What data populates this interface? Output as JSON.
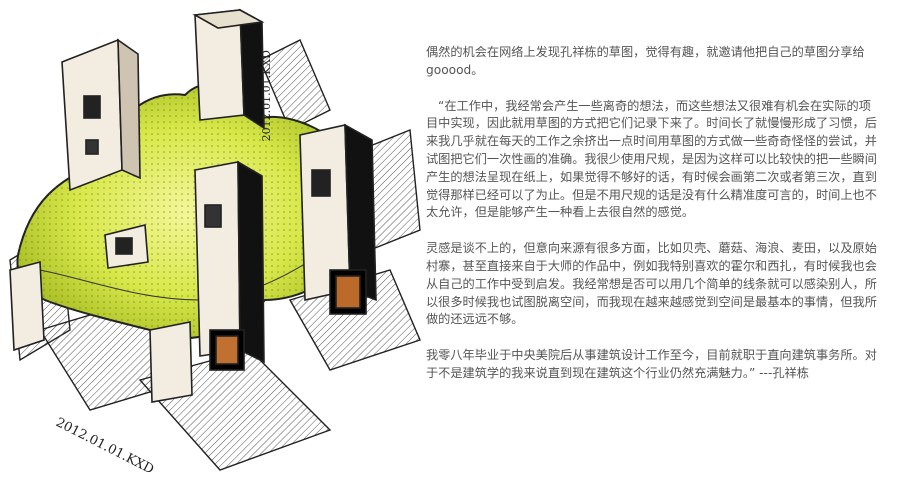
{
  "sketch": {
    "signature_side": "2012.01.01.KXD",
    "signature_bottom": "2012.01.01.KXD"
  },
  "article": {
    "intro": "偶然的机会在网络上发现孔祥栋的草图，觉得有趣，就邀请他把自己的草图分享给gooood。",
    "quote_1": "“在工作中，我经常会产生一些离奇的想法，而这些想法又很难有机会在实际的项目中实现，因此就用草图的方式把它们记录下来了。时间长了就慢慢形成了习惯，后来我几乎就在每天的工作之余挤出一点时间用草图的方式做一些奇奇怪怪的尝试，并试图把它们一次性画的准确。我很少使用尺规，是因为这样可以比较快的把一些瞬间产生的想法呈现在纸上，如果觉得不够好的话，有时候会画第二次或者第三次，直到觉得那样已经可以了为止。但是不用尺规的话是没有什么精准度可言的，时间上也不太允许，但是能够产生一种看上去很自然的感觉。",
    "quote_2": "灵感是谈不上的，但意向来源有很多方面，比如贝壳、蘑菇、海浪、麦田，以及原始村寨，甚至直接来自于大师的作品中，例如我特别喜欢的霍尔和西扎，有时候我也会从自己的工作中受到启发。我经常想是否可以用几个简单的线条就可以感染别人，所以很多时候我也试图脱离空间，而我现在越来越感觉到空间是最基本的事情，但我所做的还远远不够。",
    "quote_3": "我零八年毕业于中央美院后从事建筑设计工作至今，目前就职于直向建筑事务所。对于不是建筑学的我来说直到现在建筑这个行业仍然充满魅力。”  ---孔祥栋"
  }
}
